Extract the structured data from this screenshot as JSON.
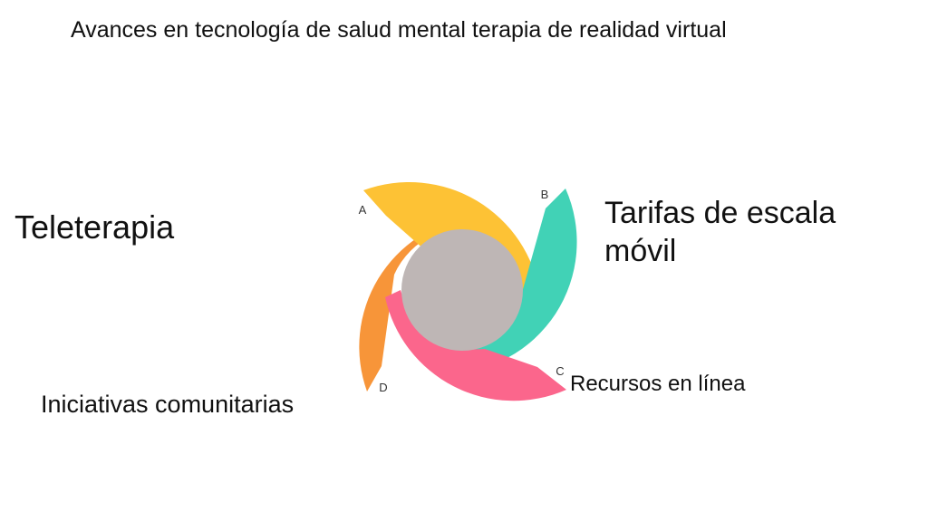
{
  "title": "Avances en tecnología de salud mental terapia de realidad virtual",
  "segments": [
    {
      "letter": "A",
      "label": "Teleterapia",
      "color": "#fdc235"
    },
    {
      "letter": "B",
      "label": "Tarifas de escala móvil",
      "color": "#41d2b6"
    },
    {
      "letter": "C",
      "label": "Recursos en línea",
      "color": "#fb668c"
    },
    {
      "letter": "D",
      "label": "Iniciativas comunitarias",
      "color": "#f79539"
    }
  ],
  "center_color": "#beb6b5"
}
